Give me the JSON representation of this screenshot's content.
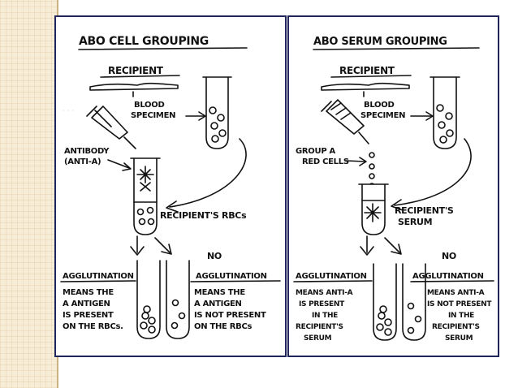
{
  "colors": {
    "panel_border": "#20265a",
    "ink": "#111111",
    "strip": "#f7ecd5",
    "strip_line": "#c9b27c"
  },
  "left_panel": {
    "title": "ABO CELL GROUPING",
    "recipient": "RECIPIENT",
    "blood_1": "BLOOD",
    "blood_2": "SPECIMEN",
    "antibody_1": "ANTIBODY",
    "antibody_2": "(ANTI-A)",
    "recipient_rbcs": "RECIPIENT'S RBCs",
    "no": "NO",
    "agglutination_left": "AGGLUTINATION",
    "agglutination_right": "AGGLUTINATION",
    "means_left": [
      "MEANS THE",
      "A ANTIGEN",
      "IS PRESENT",
      "ON THE RBCs."
    ],
    "means_right": [
      "MEANS THE",
      "A ANTIGEN",
      "IS NOT PRESENT",
      "ON THE RBCs"
    ]
  },
  "right_panel": {
    "title": "ABO SERUM GROUPING",
    "recipient": "RECIPIENT",
    "blood_1": "BLOOD",
    "blood_2": "SPECIMEN",
    "group_a_1": "GROUP A",
    "group_a_2": "RED CELLS",
    "recipient_serum_1": "RECIPIENT'S",
    "recipient_serum_2": "SERUM",
    "no": "NO",
    "agglutination_left": "AGGLUTINATION",
    "agglutination_right": "AGGLUTINATION",
    "means_left": [
      "MEANS ANTI-A",
      "IS PRESENT",
      "IN THE",
      "RECIPIENT'S",
      "SERUM"
    ],
    "means_right": [
      "MEANS ANTI-A",
      "IS NOT PRESENT",
      "IN THE",
      "RECIPIENT'S",
      "SERUM"
    ]
  }
}
